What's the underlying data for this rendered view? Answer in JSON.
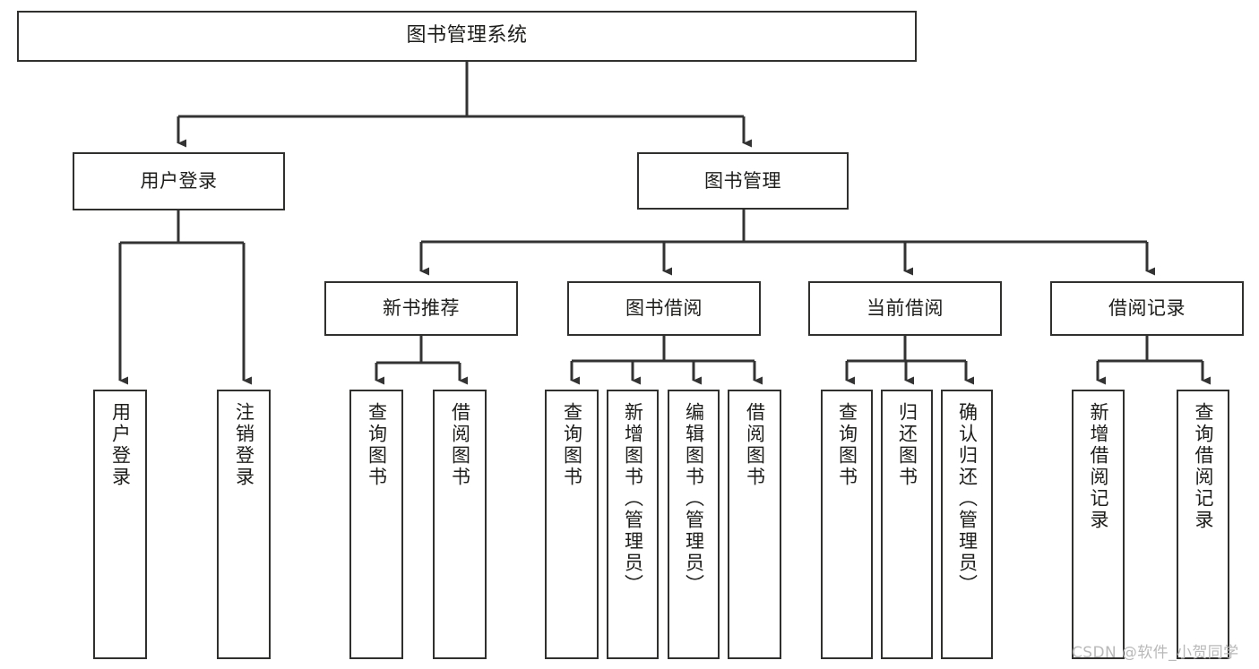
{
  "diagram": {
    "title": "图书管理系统",
    "type": "tree",
    "orientation": "top-down",
    "style": {
      "box_border_color": "#30302f",
      "box_fill_color": "#ffffff",
      "connector_color": "#333333",
      "background_color": "#ffffff",
      "text_color": "#1d1d1b"
    },
    "levels": [
      {
        "level": 1,
        "nodes": [
          {
            "id": "root",
            "label": "图书管理系统",
            "text_orientation": "horizontal"
          }
        ]
      },
      {
        "level": 2,
        "nodes": [
          {
            "id": "login",
            "label": "用户登录",
            "text_orientation": "horizontal",
            "parent": "root"
          },
          {
            "id": "bookmgmt",
            "label": "图书管理",
            "text_orientation": "horizontal",
            "parent": "root"
          }
        ]
      },
      {
        "level": 3,
        "nodes": [
          {
            "id": "newbook",
            "label": "新书推荐",
            "text_orientation": "horizontal",
            "parent": "bookmgmt"
          },
          {
            "id": "borrow",
            "label": "图书借阅",
            "text_orientation": "horizontal",
            "parent": "bookmgmt"
          },
          {
            "id": "current",
            "label": "当前借阅",
            "text_orientation": "horizontal",
            "parent": "bookmgmt"
          },
          {
            "id": "records",
            "label": "借阅记录",
            "text_orientation": "horizontal",
            "parent": "bookmgmt"
          }
        ]
      },
      {
        "level": 4,
        "nodes": [
          {
            "id": "leaf1",
            "label": "用户登录",
            "text_orientation": "vertical",
            "parent": "login"
          },
          {
            "id": "leaf2",
            "label": "注销登录",
            "text_orientation": "vertical",
            "parent": "login"
          },
          {
            "id": "leaf3",
            "label": "查询图书",
            "text_orientation": "vertical",
            "parent": "newbook"
          },
          {
            "id": "leaf4",
            "label": "借阅图书",
            "text_orientation": "vertical",
            "parent": "newbook"
          },
          {
            "id": "leaf5",
            "label": "查询图书",
            "text_orientation": "vertical",
            "parent": "borrow"
          },
          {
            "id": "leaf6",
            "label": "新增图书（管理员）",
            "text_orientation": "vertical",
            "parent": "borrow"
          },
          {
            "id": "leaf7",
            "label": "编辑图书（管理员）",
            "text_orientation": "vertical",
            "parent": "borrow"
          },
          {
            "id": "leaf8",
            "label": "借阅图书",
            "text_orientation": "vertical",
            "parent": "borrow"
          },
          {
            "id": "leaf9",
            "label": "查询图书",
            "text_orientation": "vertical",
            "parent": "current"
          },
          {
            "id": "leaf10",
            "label": "归还图书",
            "text_orientation": "vertical",
            "parent": "current"
          },
          {
            "id": "leaf11",
            "label": "确认归还（管理员）",
            "text_orientation": "vertical",
            "parent": "current"
          },
          {
            "id": "leaf12",
            "label": "新增借阅记录",
            "text_orientation": "vertical",
            "parent": "records"
          },
          {
            "id": "leaf13",
            "label": "查询借阅记录",
            "text_orientation": "vertical",
            "parent": "records"
          }
        ]
      }
    ]
  },
  "watermark": {
    "text": "CSDN @软件_小贺同学"
  }
}
